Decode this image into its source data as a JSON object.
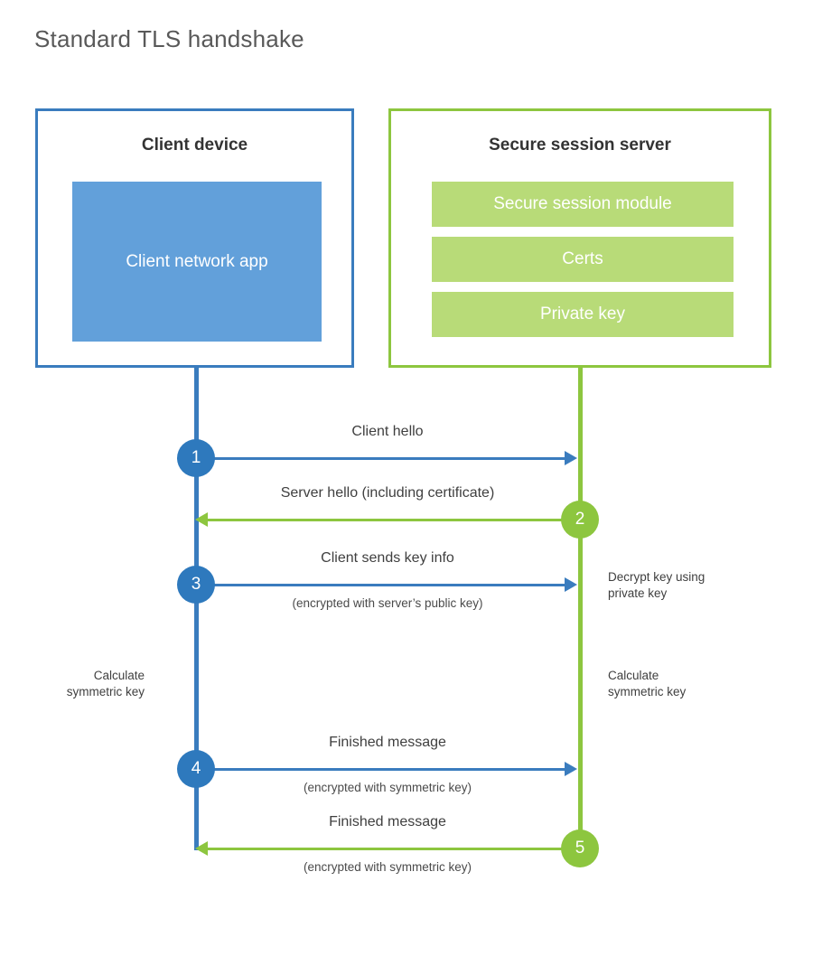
{
  "title": "Standard TLS handshake",
  "colors": {
    "client_accent": "#3a7cbe",
    "client_badge": "#2e79bd",
    "client_app_fill": "#62a0da",
    "server_accent": "#8dc63f",
    "server_bar_fill": "#b8db78",
    "title_text": "#595959"
  },
  "parties": {
    "client": {
      "title": "Client device",
      "app_label": "Client network app"
    },
    "server": {
      "title": "Secure session server",
      "bars": [
        {
          "label": "Secure session module"
        },
        {
          "label": "Certs"
        },
        {
          "label": "Private key"
        }
      ]
    }
  },
  "messages": [
    {
      "step": "1",
      "direction": "client-to-server",
      "label": "Client hello",
      "sublabel": ""
    },
    {
      "step": "2",
      "direction": "server-to-client",
      "label": "Server hello (including certificate)",
      "sublabel": ""
    },
    {
      "step": "3",
      "direction": "client-to-server",
      "label": "Client sends key info",
      "sublabel": "(encrypted with server’s public key)"
    },
    {
      "step": "4",
      "direction": "client-to-server",
      "label": "Finished message",
      "sublabel": "(encrypted with symmetric key)"
    },
    {
      "step": "5",
      "direction": "server-to-client",
      "label": "Finished message",
      "sublabel": "(encrypted with symmetric key)"
    }
  ],
  "annotations": {
    "decrypt_key": "Decrypt key using\nprivate key",
    "client_calculate": "Calculate\nsymmetric key",
    "server_calculate": "Calculate\nsymmetric key"
  }
}
